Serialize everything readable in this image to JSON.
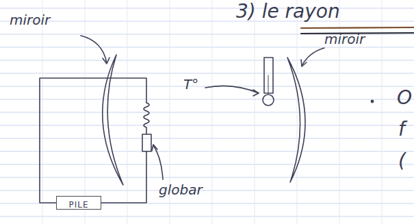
{
  "diagram": {
    "title": "3) le rayon",
    "nodes": [
      {
        "text": [
          "PILE"
        ]
      }
    ],
    "labels": [
      "miroir",
      "miroir",
      "T°",
      "globar",
      "O",
      "f",
      "("
    ]
  }
}
